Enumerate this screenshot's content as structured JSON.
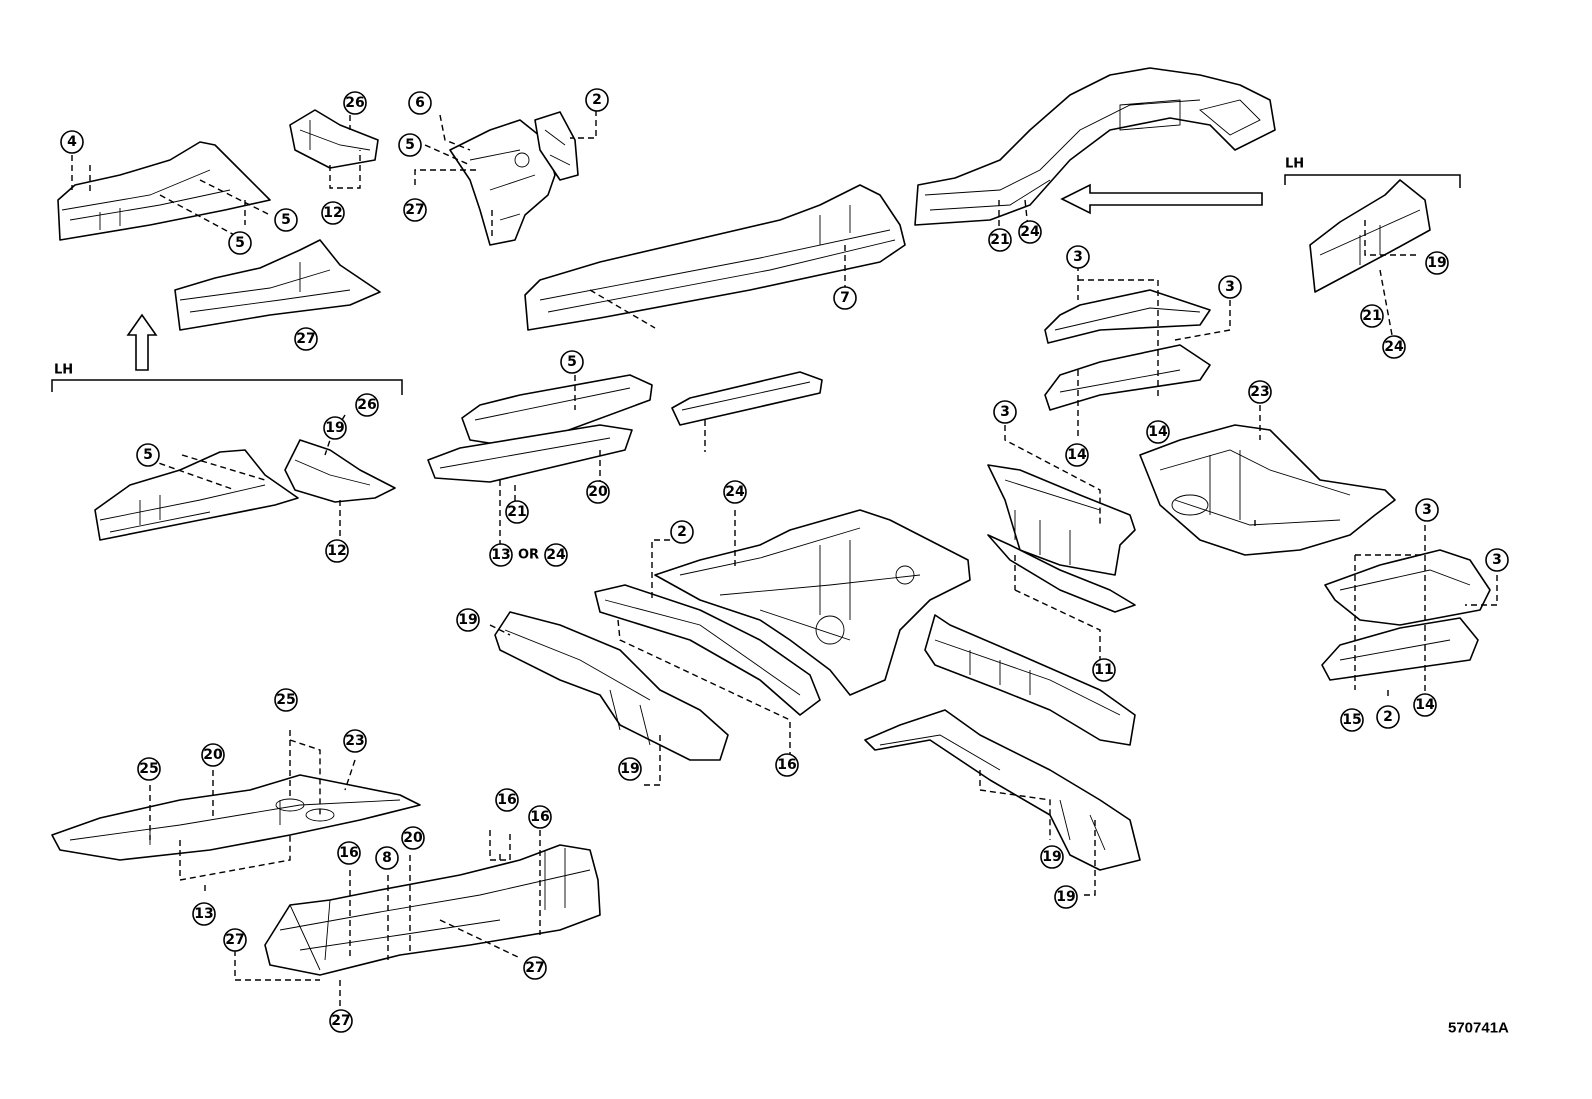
{
  "diagram_code": "570741A",
  "side_labels": [
    "LH",
    "LH"
  ],
  "connector_or": "OR",
  "callouts": [
    "4",
    "26",
    "6",
    "2",
    "5",
    "5",
    "5",
    "12",
    "27",
    "27",
    "7",
    "21",
    "24",
    "3",
    "3",
    "19",
    "21",
    "24",
    "14",
    "14",
    "23",
    "5",
    "19",
    "26",
    "5",
    "12",
    "21",
    "20",
    "13",
    "24",
    "2",
    "24",
    "3",
    "11",
    "3",
    "3",
    "15",
    "2",
    "14",
    "19",
    "16",
    "19",
    "16",
    "19",
    "19",
    "25",
    "20",
    "23",
    "25",
    "13",
    "16",
    "8",
    "20",
    "16",
    "27",
    "27",
    "27"
  ]
}
